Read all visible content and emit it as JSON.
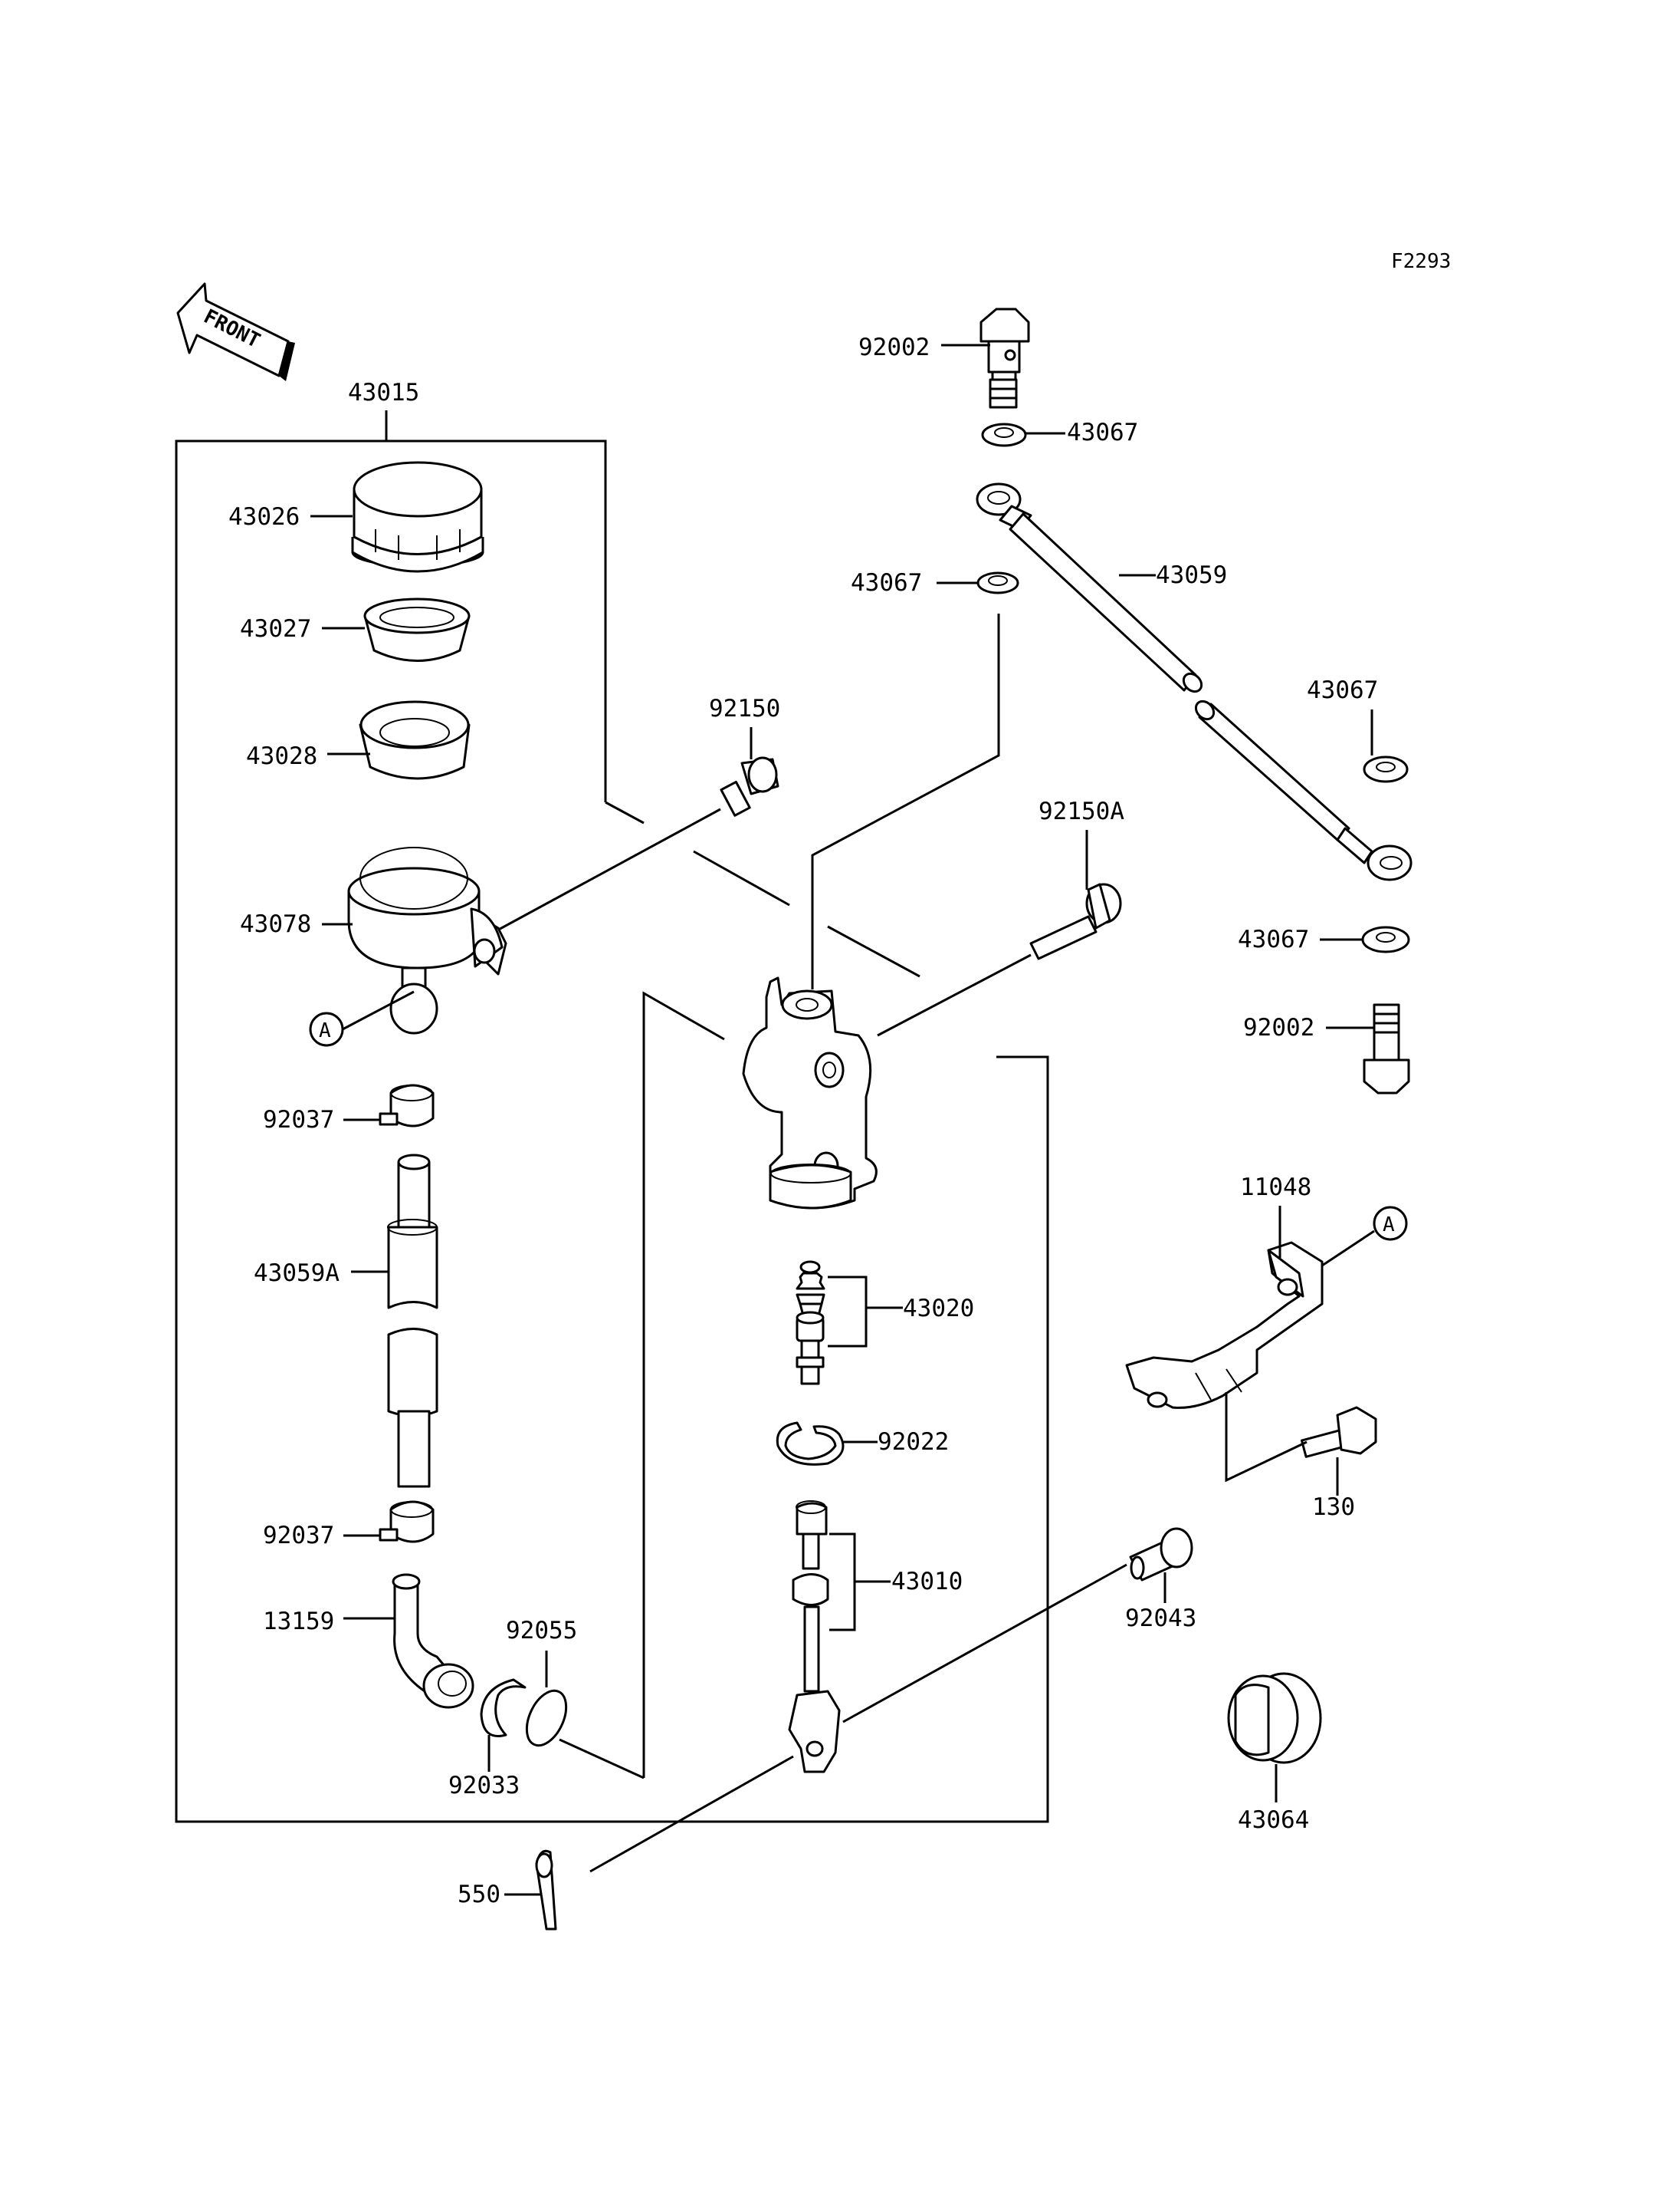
{
  "figure_code": "F2293",
  "front_label": "FRONT",
  "ref_a": "A",
  "callouts": {
    "p92002_top": "92002",
    "p43067_a": "43067",
    "p43059": "43059",
    "p43067_b": "43067",
    "p43067_c": "43067",
    "p92150A": "92150A",
    "p43067_d": "43067",
    "p92002_bot": "92002",
    "p43015": "43015",
    "p43026": "43026",
    "p43027": "43027",
    "p43028": "43028",
    "p92150": "92150",
    "p43078": "43078",
    "p92037_a": "92037",
    "p43059A": "43059A",
    "p92037_b": "92037",
    "p13159": "13159",
    "p92055": "92055",
    "p92033": "92033",
    "p43020": "43020",
    "p92022": "92022",
    "p43010": "43010",
    "p11048": "11048",
    "p130": "130",
    "p92043": "92043",
    "p43064": "43064",
    "p550": "550"
  },
  "icons": [
    "front-arrow-icon",
    "ref-a-circle-icon",
    "master-cylinder-icon",
    "reservoir-icon",
    "hose-icon",
    "bolt-icon",
    "washer-icon",
    "clamp-icon",
    "cotter-pin-icon",
    "bracket-icon"
  ]
}
